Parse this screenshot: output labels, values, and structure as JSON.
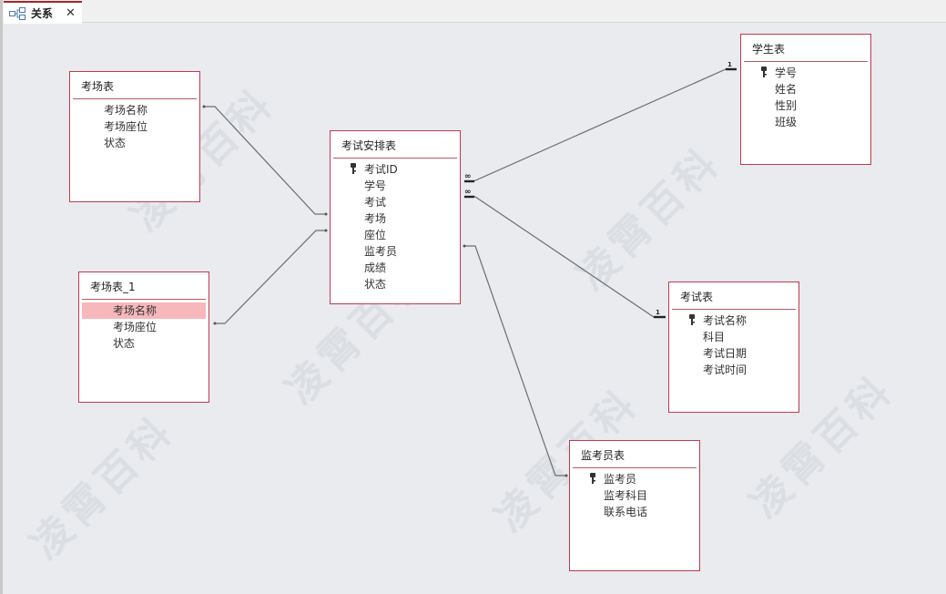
{
  "tab": {
    "label": "关系",
    "icon": "relationships-icon",
    "close": "✕"
  },
  "watermark": "凌霄百科",
  "tables": {
    "kaochang": {
      "title": "考场表",
      "fields": [
        {
          "name": "考场名称"
        },
        {
          "name": "考场座位"
        },
        {
          "name": "状态"
        }
      ]
    },
    "kaochang1": {
      "title": "考场表_1",
      "fields": [
        {
          "name": "考场名称",
          "selected": true
        },
        {
          "name": "考场座位"
        },
        {
          "name": "状态"
        }
      ]
    },
    "anpai": {
      "title": "考试安排表",
      "fields": [
        {
          "name": "考试ID",
          "key": true
        },
        {
          "name": "学号"
        },
        {
          "name": "考试"
        },
        {
          "name": "考场"
        },
        {
          "name": "座位"
        },
        {
          "name": "监考员"
        },
        {
          "name": "成绩"
        },
        {
          "name": "状态"
        }
      ]
    },
    "xuesheng": {
      "title": "学生表",
      "fields": [
        {
          "name": "学号",
          "key": true
        },
        {
          "name": "姓名"
        },
        {
          "name": "性别"
        },
        {
          "name": "班级"
        }
      ]
    },
    "kaoshi": {
      "title": "考试表",
      "fields": [
        {
          "name": "考试名称",
          "key": true
        },
        {
          "name": "科目"
        },
        {
          "name": "考试日期"
        },
        {
          "name": "考试时间"
        }
      ]
    },
    "jiankao": {
      "title": "监考员表",
      "fields": [
        {
          "name": "监考员",
          "key": true
        },
        {
          "name": "监考科目"
        },
        {
          "name": "联系电话"
        }
      ]
    }
  },
  "relationships": [
    {
      "from": "考试安排表.学号",
      "to": "学生表.学号",
      "from_card": "∞",
      "to_card": "1"
    },
    {
      "from": "考试安排表.考试",
      "to": "考试表.考试名称",
      "from_card": "∞",
      "to_card": "1"
    },
    {
      "from": "考场表.考场名称",
      "to": "考试安排表.考场"
    },
    {
      "from": "考场表_1.考场座位",
      "to": "考试安排表.座位"
    },
    {
      "from": "考试安排表.监考员",
      "to": "监考员表.监考员"
    }
  ],
  "labels": {
    "many": "∞",
    "one": "1"
  },
  "colors": {
    "border": "#c2394f",
    "selected": "#f7b8bb",
    "tab_accent": "#a4262c",
    "canvas": "#e9ebee"
  }
}
